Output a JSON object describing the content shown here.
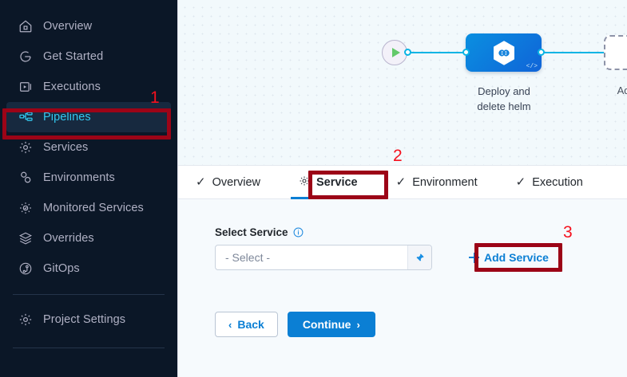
{
  "sidebar": {
    "items": [
      {
        "label": "Overview",
        "icon": "home-icon",
        "active": false
      },
      {
        "label": "Get Started",
        "icon": "rocket-circle-icon",
        "active": false
      },
      {
        "label": "Executions",
        "icon": "play-box-icon",
        "active": false
      },
      {
        "label": "Pipelines",
        "icon": "pipelines-icon",
        "active": true
      },
      {
        "label": "Services",
        "icon": "gear-icon",
        "active": false
      },
      {
        "label": "Environments",
        "icon": "environments-icon",
        "active": false
      },
      {
        "label": "Monitored Services",
        "icon": "monitored-gear-icon",
        "active": false
      },
      {
        "label": "Overrides",
        "icon": "layers-icon",
        "active": false
      },
      {
        "label": "GitOps",
        "icon": "gitops-icon",
        "active": false
      }
    ],
    "footer": {
      "label": "Project Settings",
      "icon": "settings-gear-icon"
    },
    "active_color": "#33c8ef",
    "background": "#0b1727"
  },
  "canvas": {
    "start_node": "start-node",
    "end_node": "end-node",
    "stage": {
      "label_line1": "Deploy and",
      "label_line2": "delete helm",
      "icon": "hexagon-link-icon",
      "code_badge": "</>"
    },
    "add_stage": {
      "label": "Add Stage",
      "icon": "plus-icon"
    },
    "connector_color": "#0ab4e4"
  },
  "tabs": [
    {
      "label": "Overview",
      "icon": "check-icon",
      "active": false
    },
    {
      "label": "Service",
      "icon": "gear-icon",
      "active": true
    },
    {
      "label": "Environment",
      "icon": "check-icon",
      "active": false
    },
    {
      "label": "Execution",
      "icon": "check-icon",
      "active": false
    }
  ],
  "form": {
    "field_label": "Select Service",
    "info_icon": "info-icon",
    "select_placeholder": "- Select -",
    "pin_icon": "pin-icon",
    "add_service_label": "Add Service",
    "back_label": "Back",
    "continue_label": "Continue",
    "back_chevron": "‹",
    "continue_chevron": "›",
    "accent_color": "#0b7fd4"
  },
  "annotations": [
    {
      "number": "1",
      "target": "sidebar-item-pipelines"
    },
    {
      "number": "2",
      "target": "tab-service"
    },
    {
      "number": "3",
      "target": "add-service-link"
    }
  ],
  "annotation_colors": {
    "box": "#9c0417",
    "number": "#f5111e"
  }
}
